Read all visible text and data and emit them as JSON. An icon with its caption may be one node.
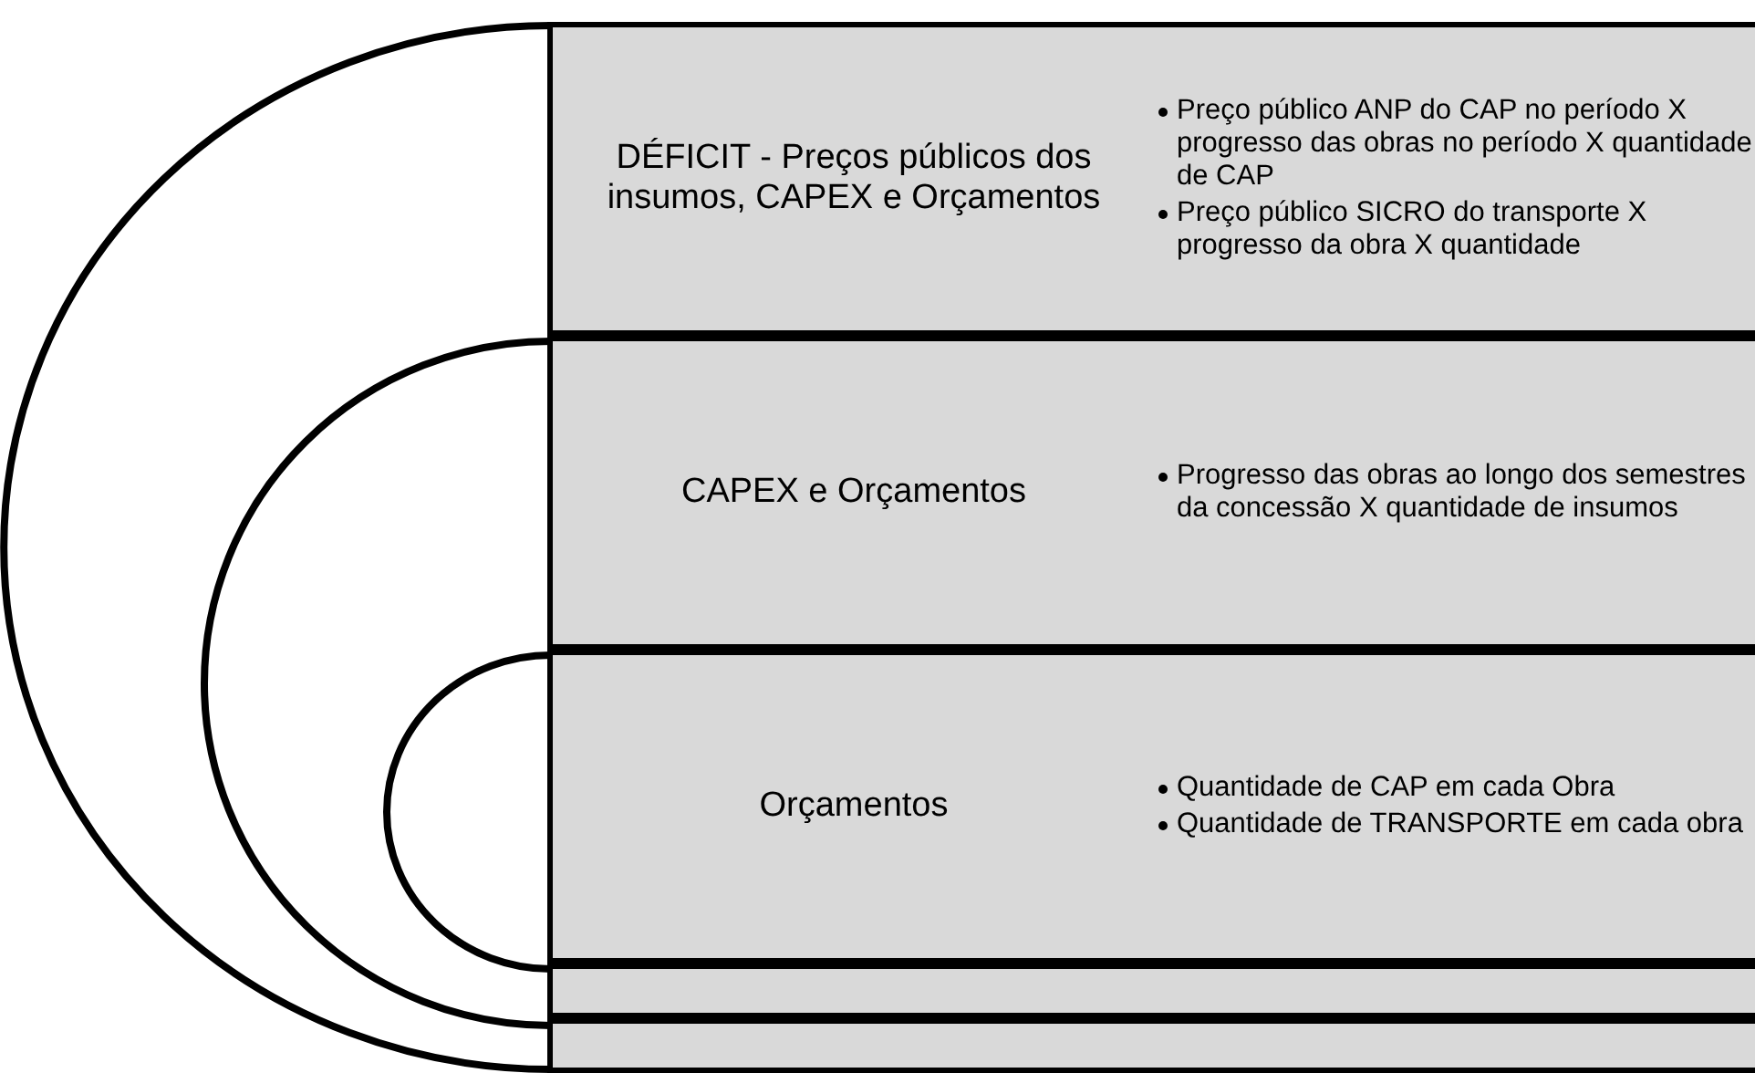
{
  "diagram": {
    "nodes": [
      {
        "text": [
          "DÉFICIT - Preços públicos dos insumos, CAPEX e Orçamentos",
          "Preço público ANP do CAP no período X progresso das obras no período X quantidade de CAP",
          "Preço público SICRO do transporte X progresso da obra X quantidade"
        ]
      },
      {
        "text": [
          "CAPEX e Orçamentos",
          "Progresso das obras ao longo dos semestres da concessão X quantidade de insumos"
        ]
      },
      {
        "text": [
          "Orçamentos",
          "Quantidade de CAP em cada Obra",
          "Quantidade de TRANSPORTE em cada obra"
        ]
      },
      {
        "text": [],
        "shape": "bar"
      },
      {
        "text": [],
        "shape": "bar"
      }
    ],
    "edges": []
  }
}
